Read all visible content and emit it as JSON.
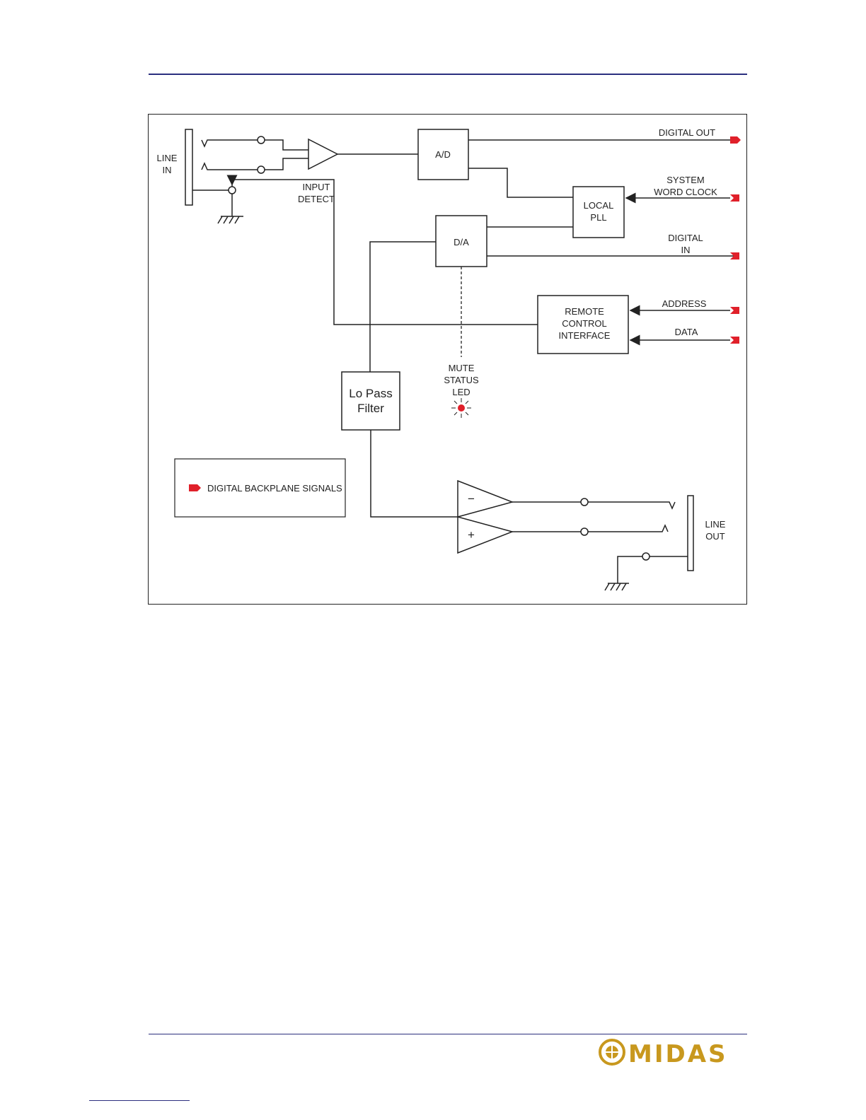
{
  "diagram": {
    "line_in_label": [
      "LINE",
      "IN"
    ],
    "input_detect_label": [
      "INPUT",
      "DETECT"
    ],
    "ad_label": "A/D",
    "da_label": "D/A",
    "digital_out_label": "DIGITAL OUT",
    "system_word_clock_label": [
      "SYSTEM",
      "WORD CLOCK"
    ],
    "local_pll_label": [
      "LOCAL",
      "PLL"
    ],
    "digital_in_label": [
      "DIGITAL",
      "IN"
    ],
    "remote_control_label": [
      "REMOTE",
      "CONTROL",
      "INTERFACE"
    ],
    "address_label": "ADDRESS",
    "data_label": "DATA",
    "mute_status_label": [
      "MUTE",
      "STATUS",
      "LED"
    ],
    "lo_pass_label": [
      "Lo Pass",
      "Filter"
    ],
    "legend_label": "DIGITAL BACKPLANE SIGNALS",
    "line_out_label": [
      "LINE",
      "OUT"
    ],
    "minus_sign": "−",
    "plus_sign": "+"
  },
  "colors": {
    "rule": "#2b2f7e",
    "signal_red": "#e0202a",
    "logo_gold": "#c8981e"
  },
  "logo": {
    "text": "MIDAS"
  }
}
